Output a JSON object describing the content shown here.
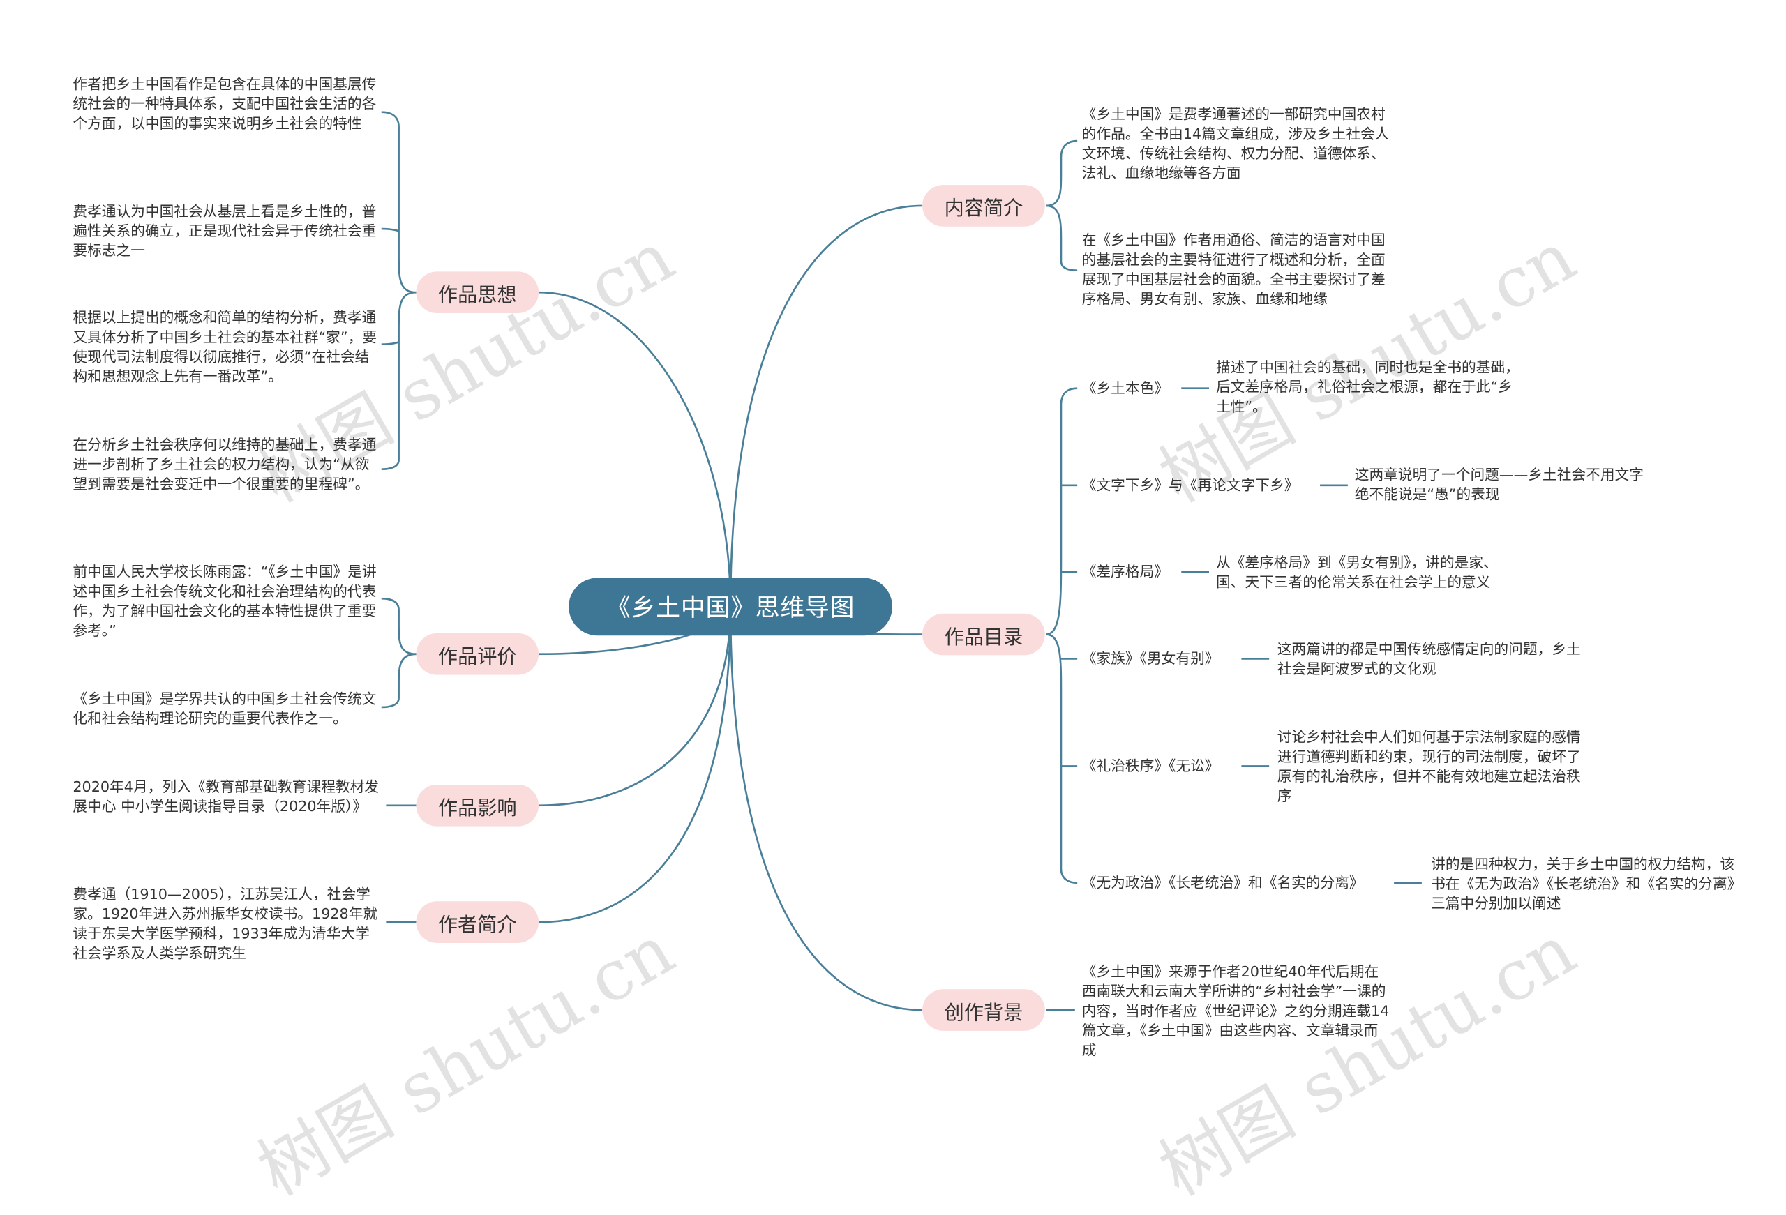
{
  "root": "《乡土中国》思维导图",
  "watermark": "树图 shutu.cn",
  "left_branches": {
    "thought": {
      "label": "作品思想",
      "items": [
        "作者把乡土中国看作是包含在具体的中国基层传统社会的一种特具体系，支配中国社会生活的各个方面，以中国的事实来说明乡土社会的特性",
        "费孝通认为中国社会从基层上看是乡土性的，普遍性关系的确立，正是现代社会异于传统社会重要标志之一",
        "根据以上提出的概念和简单的结构分析，费孝通又具体分析了中国乡土社会的基本社群“家”，要使现代司法制度得以彻底推行，必须“在社会结构和思想观念上先有一番改革”。",
        "在分析乡土社会秩序何以维持的基础上，费孝通进一步剖析了乡土社会的权力结构，认为“从欲望到需要是社会变迁中一个很重要的里程碑”。"
      ]
    },
    "review": {
      "label": "作品评价",
      "items": [
        "前中国人民大学校长陈雨露：“《乡土中国》是讲述中国乡土社会传统文化和社会治理结构的代表作，为了解中国社会文化的基本特性提供了重要参考。”",
        "《乡土中国》是学界共认的中国乡土社会传统文化和社会结构理论研究的重要代表作之一。"
      ]
    },
    "influence": {
      "label": "作品影响",
      "items": [
        "2020年4月，列入《教育部基础教育课程教材发展中心 中小学生阅读指导目录（2020年版）》"
      ]
    },
    "author": {
      "label": "作者简介",
      "items": [
        "费孝通（1910—2005），江苏吴江人，社会学家。1920年进入苏州振华女校读书。1928年就读于东吴大学医学预科，1933年成为清华大学社会学系及人类学系研究生"
      ]
    }
  },
  "right_branches": {
    "intro": {
      "label": "内容简介",
      "items": [
        "《乡土中国》是费孝通著述的一部研究中国农村的作品。全书由14篇文章组成，涉及乡土社会人文环境、传统社会结构、权力分配、道德体系、法礼、血缘地缘等各方面",
        "在《乡土中国》作者用通俗、简洁的语言对中国的基层社会的主要特征进行了概述和分析，全面展现了中国基层社会的面貌。全书主要探讨了差序格局、男女有别、家族、血缘和地缘"
      ]
    },
    "catalog": {
      "label": "作品目录",
      "chapters": [
        {
          "title": "《乡土本色》",
          "desc": "描述了中国社会的基础，同时也是全书的基础，后文差序格局，礼俗社会之根源，都在于此“乡土性”。"
        },
        {
          "title": "《文字下乡》与《再论文字下乡》",
          "desc": "这两章说明了一个问题——乡土社会不用文字绝不能说是“愚”的表现"
        },
        {
          "title": "《差序格局》",
          "desc": "从《差序格局》到《男女有别》，讲的是家、国、天下三者的伦常关系在社会学上的意义"
        },
        {
          "title": "《家族》《男女有别》",
          "desc": "这两篇讲的都是中国传统感情定向的问题，乡土社会是阿波罗式的文化观"
        },
        {
          "title": "《礼治秩序》《无讼》",
          "desc": "讨论乡村社会中人们如何基于宗法制家庭的感情进行道德判断和约束，现行的司法制度，破坏了原有的礼治秩序，但并不能有效地建立起法治秩序"
        },
        {
          "title": "《无为政治》《长老统治》和《名实的分离》",
          "desc": "讲的是四种权力，关于乡土中国的权力结构，该书在《无为政治》《长老统治》和《名实的分离》三篇中分别加以阐述"
        }
      ]
    },
    "background": {
      "label": "创作背景",
      "items": [
        "《乡土中国》来源于作者20世纪40年代后期在西南联大和云南大学所讲的“乡村社会学”一课的内容，当时作者应《世纪评论》之约分期连载14篇文章，《乡土中国》由这些内容、文章辑录而成"
      ]
    }
  },
  "colors": {
    "root_bg": "#3e7695",
    "branch_bg": "#fbdcdc",
    "line": "#4a7f99"
  }
}
